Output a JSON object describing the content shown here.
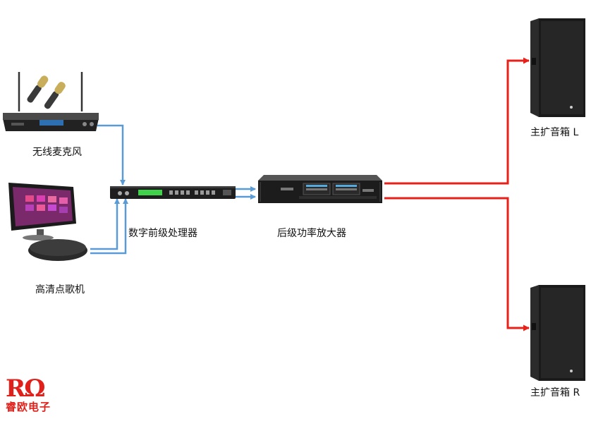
{
  "devices": {
    "wireless_mic": {
      "label": "无线麦克风"
    },
    "karaoke_player": {
      "label": "高清点歌机"
    },
    "preamp_processor": {
      "label": "数字前级处理器"
    },
    "power_amp": {
      "label": "后级功率放大器"
    },
    "speaker_left": {
      "label": "主扩音箱  L"
    },
    "speaker_right": {
      "label": "主扩音箱  R"
    }
  },
  "logo": {
    "mark": "RΩ",
    "name": "睿欧电子"
  },
  "colors": {
    "signal_in": "#5b9bd5",
    "signal_out": "#e8201a"
  }
}
